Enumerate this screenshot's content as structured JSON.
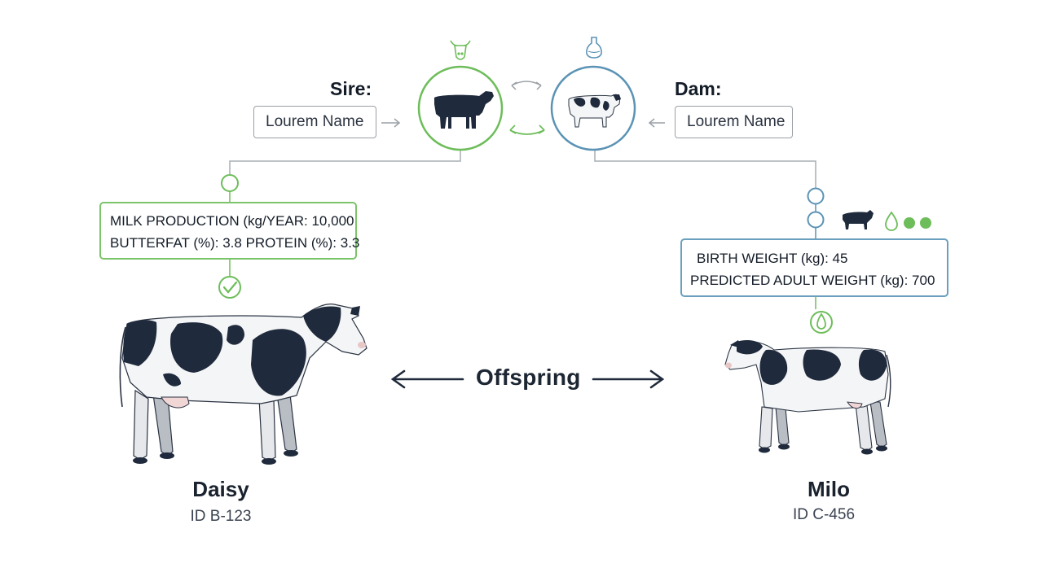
{
  "sire": {
    "label": "Sire:",
    "name_value": "Lourem Name"
  },
  "dam": {
    "label": "Dam:",
    "name_value": "Lourem Name"
  },
  "sire_stats": {
    "line1": "MILK PRODUCTION (kg/YEAR: 10,000",
    "line2": "BUTTERFAT (%): 3.8  PROTEIN (%): 3.3"
  },
  "offspring_stats": {
    "line1": "BIRTH WEIGHT (kg): 45",
    "line2": "PREDICTED ADULT WEIGHT (kg): 700"
  },
  "center_label": "Offspring",
  "left_animal": {
    "name": "Daisy",
    "id": "ID B-123"
  },
  "right_animal": {
    "name": "Milo",
    "id": "ID C-456"
  },
  "colors": {
    "green": "#6dbd5a",
    "blue": "#5b93b5",
    "gray_line": "#a7adb3",
    "dark": "#1f2a3c"
  },
  "icons": [
    "cow-head-icon",
    "milk-bottle-icon",
    "cow-icon",
    "drop-icon",
    "check-icon"
  ]
}
